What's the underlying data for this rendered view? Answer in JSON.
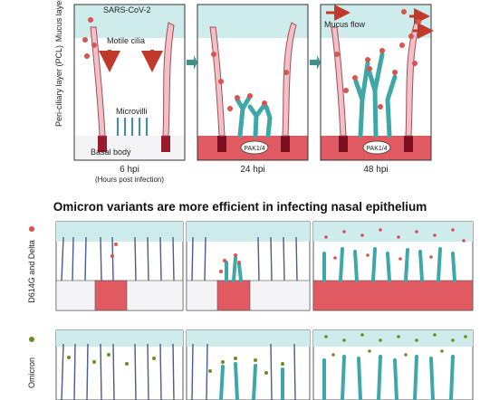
{
  "title": "Omicron variants are more efficient in infecting nasal epithelium",
  "labels": {
    "mucus_layer": "Mucus layer",
    "pcl_layer": "Peri-ciliary layer (PCL)",
    "virus": "SARS-CoV-2",
    "cilia": "Motile cilia",
    "microvilli": "Microvilli",
    "basal_body": "Basal body",
    "mucus_flow": "Mucus flow",
    "kinase": "PAK1/4",
    "variant_d614g": "D614G and Delta",
    "variant_omicron": "Omicron"
  },
  "timepoints": {
    "t1": "6 hpi",
    "t1_note": "(Hours post infection)",
    "t2": "24 hpi",
    "t3": "48 hpi"
  },
  "colors": {
    "mucus": "#cdeceb",
    "cell": "#e15a61",
    "cilia_fill": "#f2c1c6",
    "cilia_stroke": "#a14d5c",
    "virus_wt": "#d9534f",
    "virus_omicron": "#6b8e23",
    "arrow_teal": "#3f8f8a",
    "infected_cell": "#e25862"
  }
}
